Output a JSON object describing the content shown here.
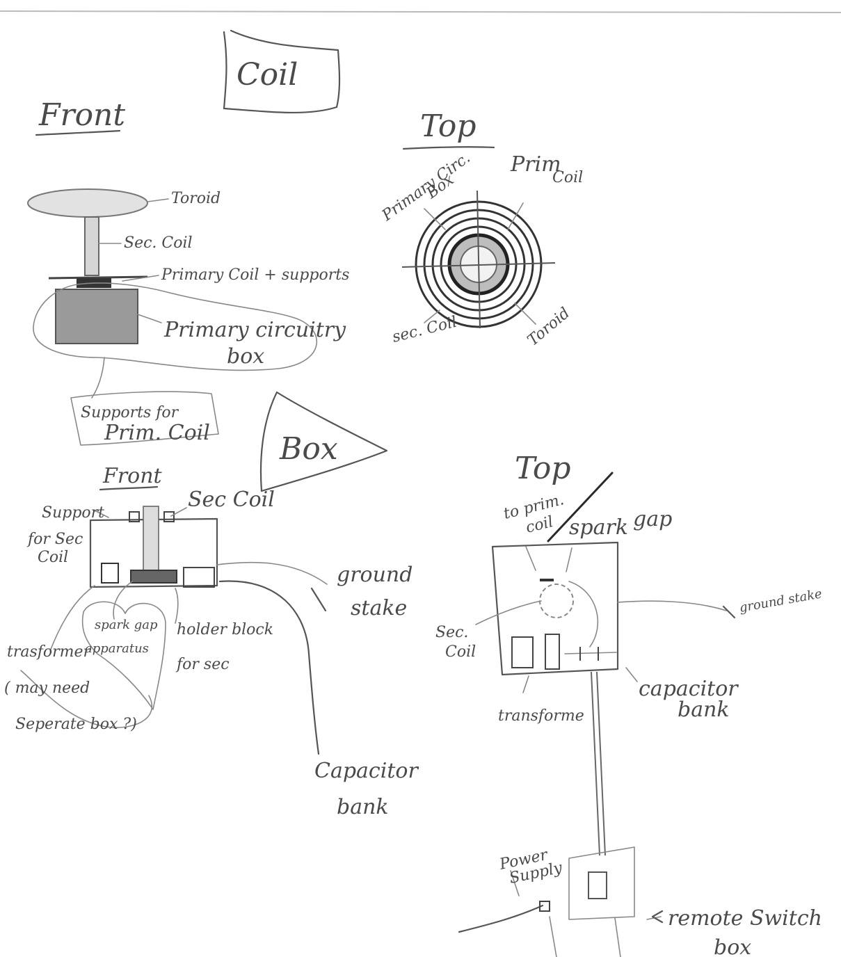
{
  "coil_section": {
    "banner": "Coil",
    "front_heading": "Front",
    "top_heading": "Top",
    "front_labels": {
      "toroid": "Toroid",
      "sec_coil": "Sec. Coil",
      "primary_coil": "Primary Coil + supports",
      "primary_box_line1": "Primary circuitry",
      "primary_box_line2": "box",
      "supports_line1": "Supports for",
      "supports_line2": "Prim. Coil"
    },
    "top_labels": {
      "primary_circ_box_line1": "Primary Circ.",
      "primary_circ_box_line2": "Box",
      "prim_coil_line1": "Prim",
      "prim_coil_line2": "Coil",
      "sec_coil": "sec. Coil",
      "toroid": "Toroid"
    }
  },
  "box_section": {
    "banner": "Box",
    "front_heading": "Front",
    "top_heading": "Top",
    "front_labels": {
      "support": "Support",
      "sec_coil": "Sec Coil",
      "for_sec_coil_line1": "for Sec",
      "for_sec_coil_line2": "Coil",
      "ground_stake_line1": "ground",
      "ground_stake_line2": "stake",
      "spark_gap_line1": "spark gap",
      "spark_gap_line2": "apparatus",
      "holder_block_line1": "holder block",
      "holder_block_line2": "for sec",
      "transformer": "trasformer",
      "note_line1": "( may need",
      "note_line2": "Seperate box ?)",
      "capacitor_bank_line1": "Capacitor",
      "capacitor_bank_line2": "bank"
    },
    "top_labels": {
      "to_prim_coil_line1": "to prim.",
      "to_prim_coil_line2": "coil",
      "spark_gap_line1": "spark",
      "spark_gap_line2": "gap",
      "ground_stake": "ground stake",
      "sec_coil_line1": "Sec.",
      "sec_coil_line2": "Coil",
      "transformer": "transforme",
      "capacitor_bank_line1": "capacitor",
      "capacitor_bank_line2": "bank",
      "power_supply_line1": "Power",
      "power_supply_line2": "Supply",
      "remote_switch_line1": "remote Switch",
      "remote_switch_line2": "box"
    }
  }
}
